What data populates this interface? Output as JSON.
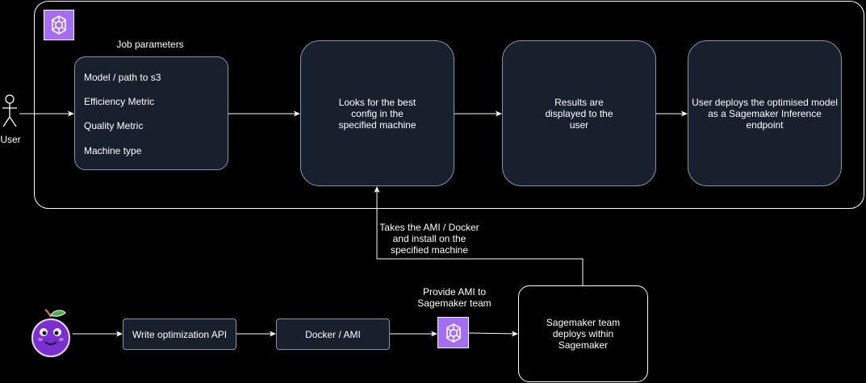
{
  "user": {
    "label": "User"
  },
  "job_parameters": {
    "title": "Job parameters",
    "items": [
      "Model / path to s3",
      "Efficiency Metric",
      "Quality Metric",
      "Machine type"
    ]
  },
  "steps": {
    "search": "Looks for the best config in the specified machine",
    "results": "Results are displayed to the user",
    "deploy": "User deploys the optimised model as a Sagemaker Inference endpoint"
  },
  "bottom": {
    "write_api": "Write optimization API",
    "docker": "Docker / AMI",
    "provide_label": "Provide AMI to Sagemaker team",
    "sagemaker_team": "Sagemaker team deploys within Sagemaker",
    "install_label": "Takes the AMI / Docker and install on the specified machine"
  },
  "colors": {
    "background": "#000000",
    "node_fill": "#18202e",
    "node_border": "#8a93a6",
    "aws_purple": "#a56cf5",
    "mascot_purple": "#7b2fd0",
    "leaf_green": "#4caf50"
  },
  "icons": [
    "aws-brain-icon",
    "user-actor-icon",
    "plum-mascot-icon"
  ]
}
